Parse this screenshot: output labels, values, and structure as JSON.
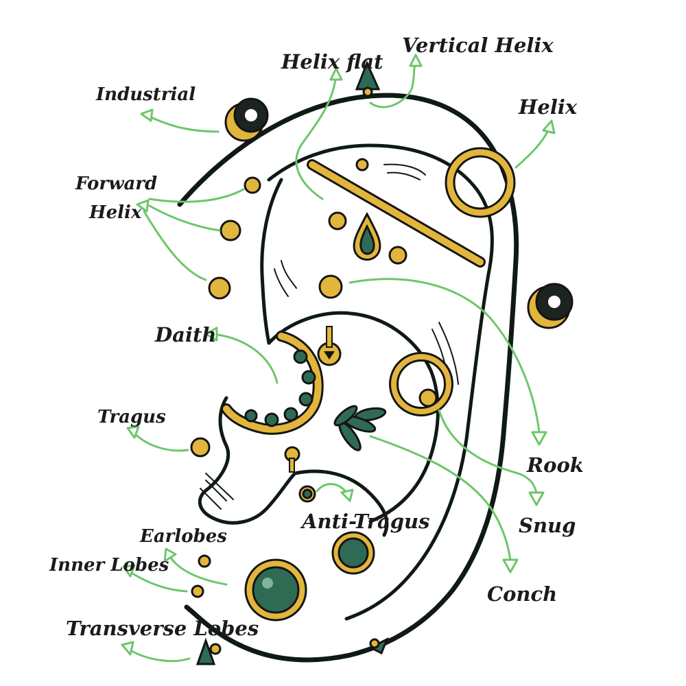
{
  "diagram": {
    "labels": {
      "helix_flat": "Helix flat",
      "vertical_helix": "Vertical Helix",
      "industrial": "Industrial",
      "helix": "Helix",
      "forward_helix_1": "Forward",
      "forward_helix_2": "Helix",
      "daith": "Daith",
      "tragus": "Tragus",
      "rook": "Rook",
      "snug": "Snug",
      "anti_tragus": "Anti-Tragus",
      "earlobes": "Earlobes",
      "inner_lobes": "Inner Lobes",
      "conch": "Conch",
      "transverse_lobes": "Transverse Lobes"
    },
    "colors": {
      "outline": "#0f1a14",
      "arrow": "#6cc66a",
      "gold": "#e2b63c",
      "gem": "#2f6a55"
    }
  }
}
